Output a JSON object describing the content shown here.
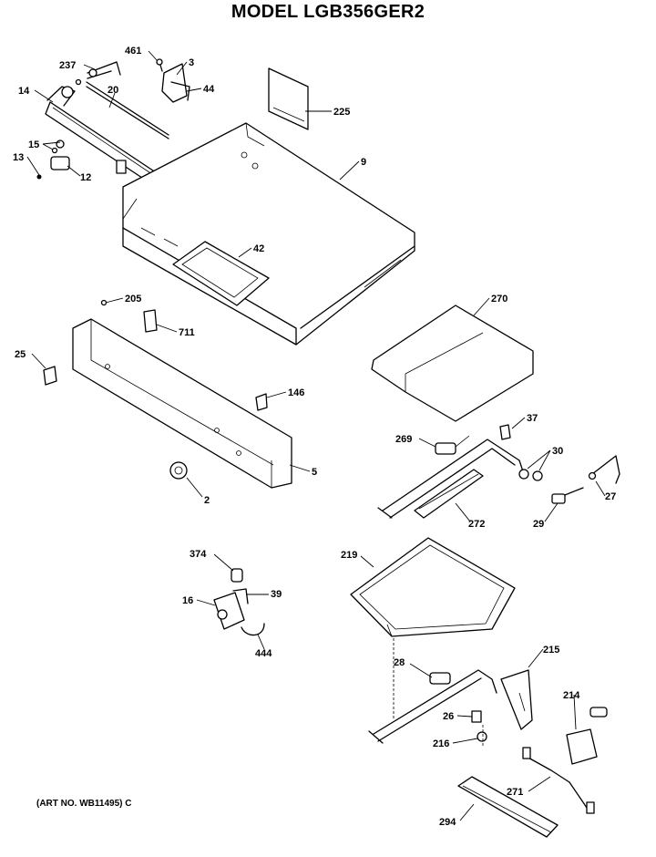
{
  "title": "MODEL LGB356GER2",
  "art_number": "(ART NO. WB11495) C",
  "callouts": {
    "c237": "237",
    "c461": "461",
    "c3": "3",
    "c44": "44",
    "c14": "14",
    "c20": "20",
    "c225": "225",
    "c15": "15",
    "c13": "13",
    "c12": "12",
    "c9": "9",
    "c42": "42",
    "c205": "205",
    "c711": "711",
    "c270": "270",
    "c25": "25",
    "c146": "146",
    "c37": "37",
    "c269": "269",
    "c30": "30",
    "c5": "5",
    "c2": "2",
    "c27": "27",
    "c272": "272",
    "c29": "29",
    "c374": "374",
    "c219": "219",
    "c16": "16",
    "c39": "39",
    "c444": "444",
    "c215": "215",
    "c28": "28",
    "c214": "214",
    "c26": "26",
    "c216": "216",
    "c271": "271",
    "c294": "294"
  }
}
